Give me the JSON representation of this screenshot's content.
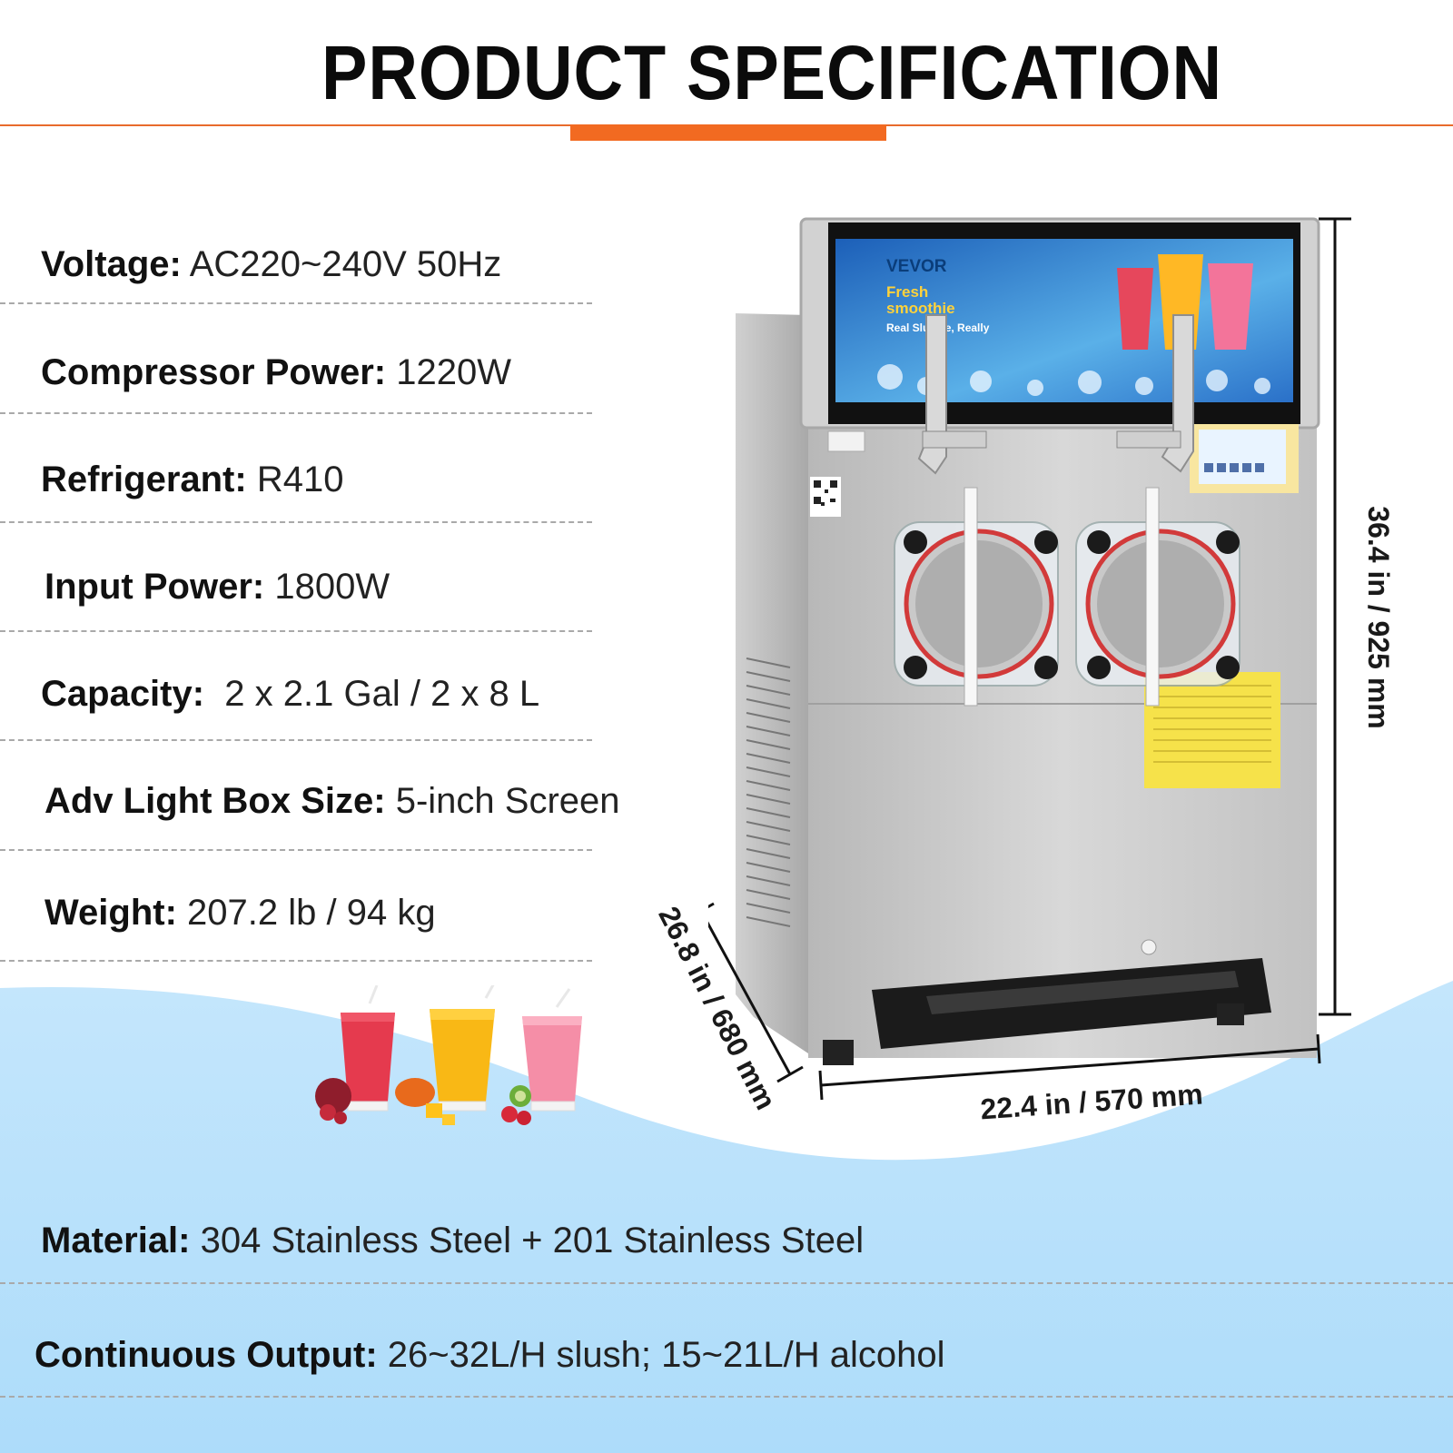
{
  "header": {
    "title": "PRODUCT SPECIFICATION"
  },
  "specs": [
    {
      "label": "Voltage:",
      "value": "AC220~240V 50Hz"
    },
    {
      "label": "Compressor Power:",
      "value": "1220W"
    },
    {
      "label": "Refrigerant:",
      "value": "R410"
    },
    {
      "label": "Input Power:",
      "value": "1800W"
    },
    {
      "label": "Capacity:",
      "value": " 2 x 2.1 Gal / 2 x 8 L"
    },
    {
      "label": "Adv Light Box Size:",
      "value": "5-inch Screen"
    },
    {
      "label": "Weight:",
      "value": "207.2 lb / 94 kg"
    },
    {
      "label": "Material:",
      "value": "304 Stainless Steel + 201 Stainless Steel"
    },
    {
      "label": "Continuous Output:",
      "value": "26~32L/H slush; 15~21L/H alcohol"
    }
  ],
  "dimensions": {
    "height": "36.4 in / 925 mm",
    "depth": "26.8 in / 680 mm",
    "width": "22.4 in / 570 mm"
  },
  "screen": {
    "brand": "VEVOR",
    "headline_line1": "Fresh",
    "headline_line2": "smoothie",
    "tagline": "Real Slushie, Really"
  },
  "colors": {
    "accent": "#f26a21",
    "wave": "#b9e1fb",
    "steel": "#c9c9c9"
  }
}
